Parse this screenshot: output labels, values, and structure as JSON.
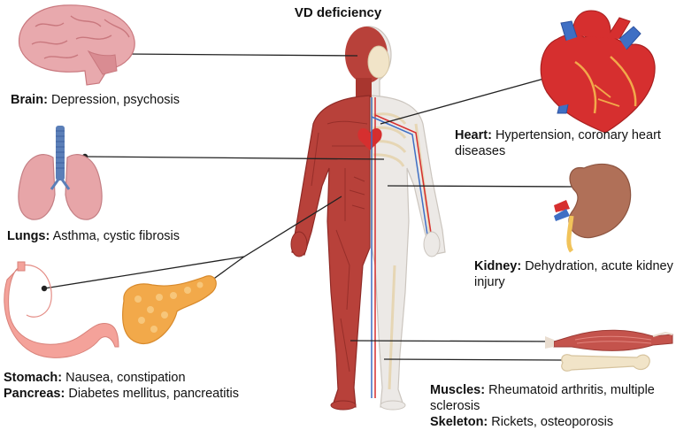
{
  "title": "VD deficiency",
  "organs": {
    "brain": {
      "name": "Brain:",
      "conditions": "Depression,  psychosis"
    },
    "lungs": {
      "name": "Lungs:",
      "conditions": "Asthma, cystic fibrosis"
    },
    "stomach": {
      "name": "Stomach:",
      "conditions": "Nausea, constipation"
    },
    "pancreas": {
      "name": "Pancreas:",
      "conditions": "Diabetes mellitus, pancreatitis"
    },
    "heart": {
      "name": "Heart:",
      "conditions": "Hypertension, coronary heart",
      "conditions_2": "diseases"
    },
    "kidney": {
      "name": "Kidney:",
      "conditions": "Dehydration, acute kidney",
      "conditions_2": "injury"
    },
    "muscles": {
      "name": "Muscles:",
      "conditions": "Rheumatoid arthritis, multiple",
      "conditions_2": "sclerosis"
    },
    "skeleton": {
      "name": "Skeleton:",
      "conditions": "Rickets, osteoporosis"
    }
  },
  "colors": {
    "muscle": "#b8413a",
    "muscle_dark": "#8f2a26",
    "skin_outline": "#c9c2bb",
    "body_ghost": "#e9e6e3",
    "brain": "#e8a9ad",
    "lungs": "#e7a5a8",
    "trachea": "#5b7fb8",
    "stomach": "#f4a29a",
    "pancreas": "#f2a94a",
    "heart_red": "#d62f2f",
    "heart_blue": "#3f6fc4",
    "kidney": "#b07058",
    "bone": "#f1e4c8",
    "connector": "#222222"
  }
}
